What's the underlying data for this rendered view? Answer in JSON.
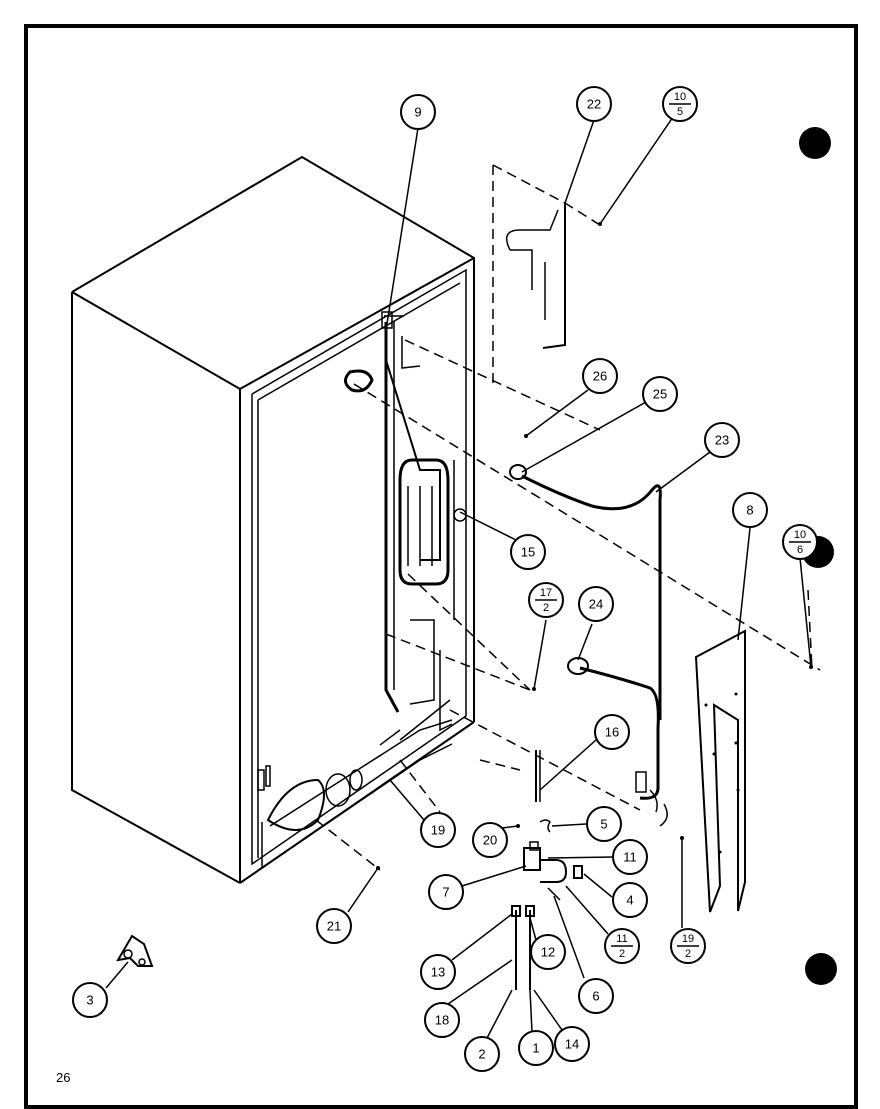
{
  "page_number": "26",
  "callouts": [
    {
      "id": "c9",
      "label": "9"
    },
    {
      "id": "c22",
      "label": "22"
    },
    {
      "id": "c10a",
      "num": "10",
      "den": "5"
    },
    {
      "id": "c26",
      "label": "26"
    },
    {
      "id": "c25",
      "label": "25"
    },
    {
      "id": "c23",
      "label": "23"
    },
    {
      "id": "c8",
      "label": "8"
    },
    {
      "id": "c10b",
      "num": "10",
      "den": "6"
    },
    {
      "id": "c15",
      "label": "15"
    },
    {
      "id": "c17",
      "num": "17",
      "den": "2"
    },
    {
      "id": "c24",
      "label": "24"
    },
    {
      "id": "c16",
      "label": "16"
    },
    {
      "id": "c5",
      "label": "5"
    },
    {
      "id": "c19",
      "label": "19"
    },
    {
      "id": "c20",
      "label": "20"
    },
    {
      "id": "c11",
      "label": "11"
    },
    {
      "id": "c7",
      "label": "7"
    },
    {
      "id": "c4",
      "label": "4"
    },
    {
      "id": "c21",
      "label": "21"
    },
    {
      "id": "c11b",
      "num": "11",
      "den": "2"
    },
    {
      "id": "c19b",
      "num": "19",
      "den": "2"
    },
    {
      "id": "c13",
      "label": "13"
    },
    {
      "id": "c12",
      "label": "12"
    },
    {
      "id": "c6",
      "label": "6"
    },
    {
      "id": "c3",
      "label": "3"
    },
    {
      "id": "c18",
      "label": "18"
    },
    {
      "id": "c2",
      "label": "2"
    },
    {
      "id": "c1",
      "label": "1"
    },
    {
      "id": "c14",
      "label": "14"
    }
  ]
}
